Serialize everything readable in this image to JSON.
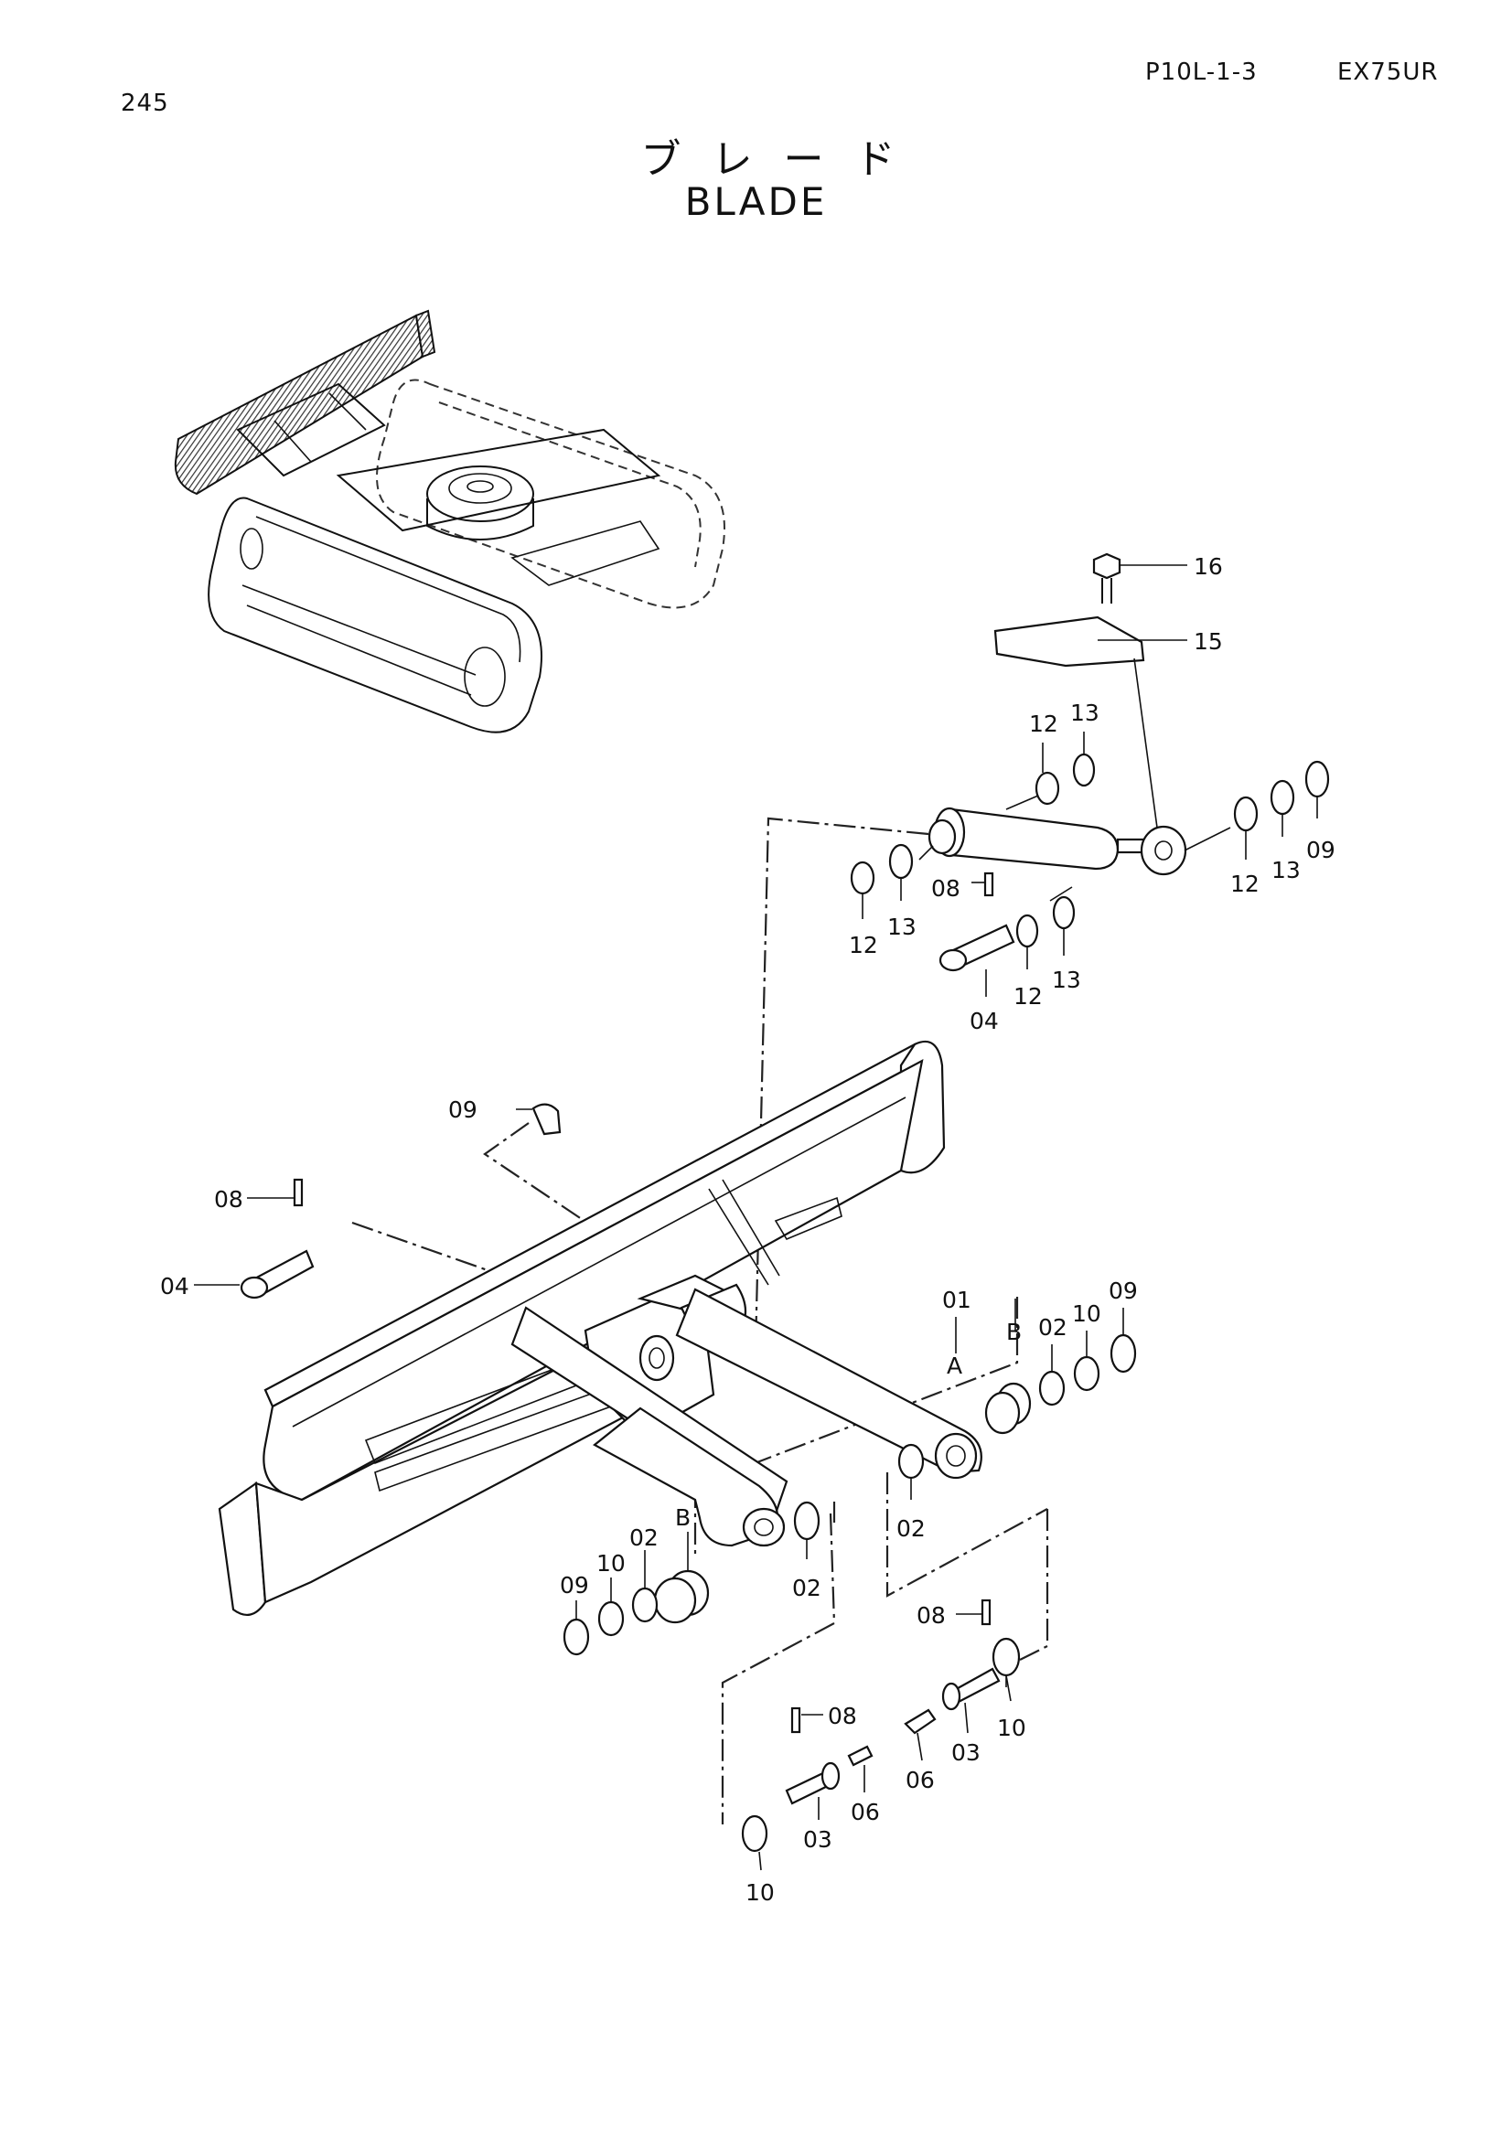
{
  "header": {
    "page_number": "245",
    "drawing_code": "P10L-1-3",
    "model": "EX75UR"
  },
  "title": {
    "japanese": "ブレード",
    "english": "BLADE"
  },
  "callouts": {
    "c16": "16",
    "c15": "15",
    "c12a": "12",
    "c13a": "13",
    "c12b": "12",
    "c13b": "13",
    "c09a": "09",
    "c08a": "08",
    "c12c": "12",
    "c13c": "13",
    "c12d": "12",
    "c13d": "13",
    "c04a": "04",
    "c09b": "09",
    "c08b": "08",
    "c04b": "04",
    "c01": "01",
    "cA": "A",
    "cB1": "B",
    "c02a": "02",
    "c10a": "10",
    "c09c": "09",
    "c02b": "02",
    "cB2": "B",
    "c09d": "09",
    "c10b": "10",
    "c02c": "02",
    "c02d": "02",
    "c08c": "08",
    "c06a": "06",
    "c03a": "03",
    "c10c": "10",
    "c08d": "08",
    "c06b": "06",
    "c03b": "03",
    "c10d": "10"
  }
}
